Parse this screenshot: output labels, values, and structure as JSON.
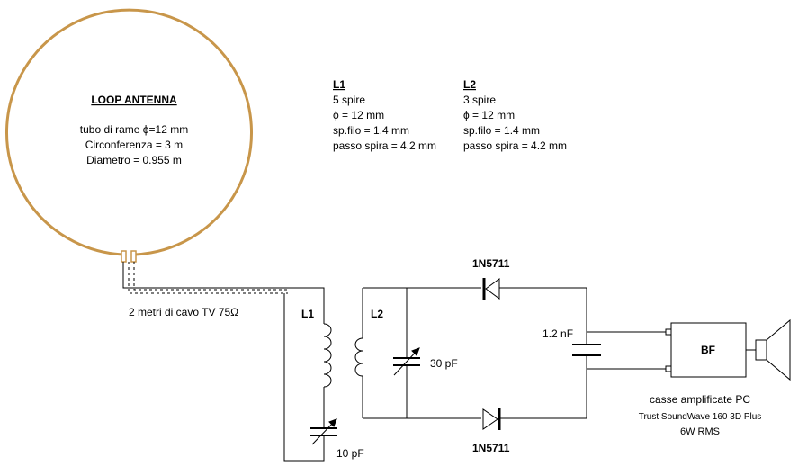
{
  "antenna": {
    "title": "LOOP ANTENNA",
    "lines": [
      "tubo di rame ϕ=12 mm",
      "Circonferenza = 3 m",
      "Diametro = 0.955 m"
    ],
    "ring_color": "#c8964a"
  },
  "coils": [
    {
      "name": "L1",
      "lines": [
        "5 spire",
        "ϕ = 12 mm",
        "sp.filo = 1.4 mm",
        "passo spira = 4.2 mm"
      ]
    },
    {
      "name": "L2",
      "lines": [
        "3 spire",
        "ϕ = 12 mm",
        "sp.filo = 1.4 mm",
        "passo spira = 4.2 mm"
      ]
    }
  ],
  "cable_label": "2 metri di cavo TV 75Ω",
  "schematic": {
    "l1_label": "L1",
    "l2_label": "L2",
    "cap_l1": "10 pF",
    "cap_l2": "30 pF",
    "cap_out": "1.2 nF",
    "diode_top": "1N5711",
    "diode_bottom": "1N5711",
    "amp_label": "BF"
  },
  "speakers": {
    "line1": "casse amplificate PC",
    "line2": "Trust SoundWave 160 3D Plus",
    "line3": "6W RMS"
  }
}
